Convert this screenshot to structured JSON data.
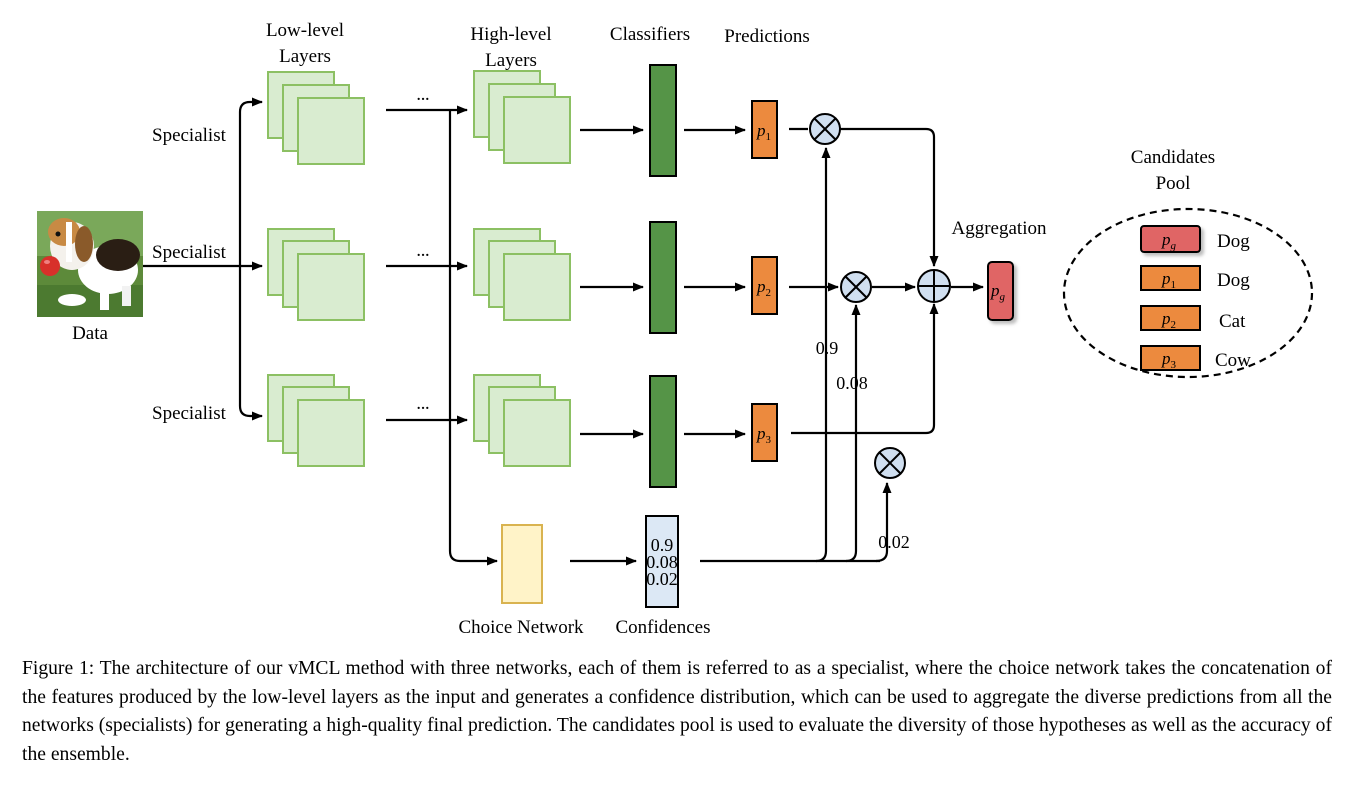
{
  "figure": {
    "headers": {
      "low_level": [
        "Low-level",
        "Layers"
      ],
      "high_level": [
        "High-level",
        "Layers"
      ],
      "classifiers": "Classifiers",
      "predictions": "Predictions"
    },
    "data_label": "Data",
    "specialist_labels": [
      "Specialist",
      "Specialist",
      "Specialist"
    ],
    "ellipsis": "···",
    "prediction_labels": [
      {
        "base": "p",
        "sub": "1"
      },
      {
        "base": "p",
        "sub": "2"
      },
      {
        "base": "p",
        "sub": "3"
      }
    ],
    "aggregation_label": "Aggregation",
    "aggregate_output": {
      "base": "p",
      "sub": "g"
    },
    "choice_network_label": "Choice Network",
    "confidences_label": "Confidences",
    "confidence_values": [
      "0.9",
      "0.08",
      "0.02"
    ],
    "arrow_weights": [
      "0.9",
      "0.08",
      "0.02"
    ],
    "pool": {
      "title": [
        "Candidates",
        "Pool"
      ],
      "entries": [
        {
          "base": "p",
          "sub": "g",
          "label": "Dog"
        },
        {
          "base": "p",
          "sub": "1",
          "label": "Dog"
        },
        {
          "base": "p",
          "sub": "2",
          "label": "Cat"
        },
        {
          "base": "p",
          "sub": "3",
          "label": "Cow"
        }
      ]
    },
    "colors": {
      "layer_fill": "#d9ecd0",
      "layer_stroke": "#8cc063",
      "classifier_fill": "#559447",
      "prediction_fill": "#ec8a3e",
      "aggregate_fill": "#e06565",
      "choice_fill": "#fff3c8",
      "choice_stroke": "#d9b350",
      "confidence_fill": "#dce8f5",
      "operator_fill": "#d0dff0"
    },
    "icons": {
      "multiply": "circled-times-icon",
      "aggregate": "circled-plus-icon",
      "data_image": "beagle-dog-photo"
    }
  },
  "caption": "Figure 1: The architecture of our vMCL method with three networks, each of them is referred to as a specialist, where the choice network takes the concatenation of the features produced by the low-level layers as the input and generates a confidence distribution, which can be used to aggregate the diverse predictions from all the networks (specialists) for generating a high-quality final prediction. The candidates pool is used to evaluate the diversity of those hypotheses as well as the accuracy of the ensemble."
}
